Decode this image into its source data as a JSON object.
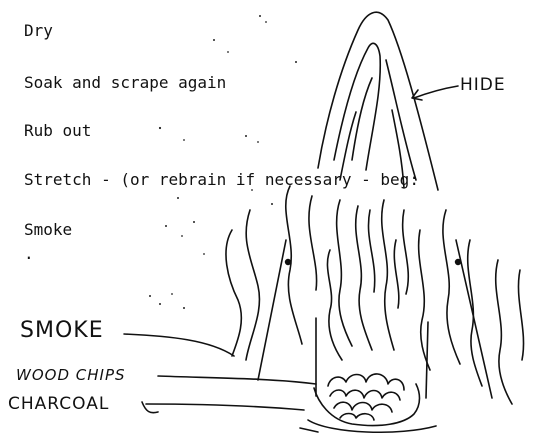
{
  "steps": [
    {
      "label": "Dry"
    },
    {
      "label": "Soak and scrape again"
    },
    {
      "label": "Rub out"
    },
    {
      "label": "Stretch - (or rebrain if necessary - beg:"
    },
    {
      "label": "Smoke"
    },
    {
      "label": "."
    }
  ],
  "labels": {
    "hide": "HIDE",
    "smoke": "SMOKE",
    "wood_chips": "WOOD CHIPS",
    "charcoal": "CHARCOAL"
  },
  "icons": {
    "diagram": "smoking-tent-sketch"
  }
}
